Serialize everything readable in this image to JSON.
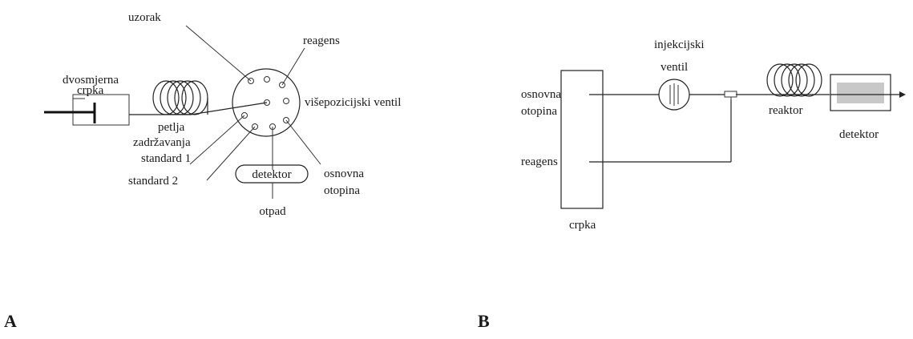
{
  "panel_a": {
    "label": "A",
    "sample_label": "uzorak",
    "reagent_label": "reagens",
    "pump_label_line1": "dvosmjerna",
    "pump_label_line2": "crpka",
    "loop_label_line1": "petlja",
    "loop_label_line2": "zadržavanja",
    "valve_label": "višepozicijski ventil",
    "standard1_label": "standard 1",
    "standard2_label": "standard 2",
    "detector_label": "detektor",
    "base_solution_line1": "osnovna",
    "base_solution_line2": "otopina",
    "waste_label": "otpad"
  },
  "panel_b": {
    "label": "B",
    "injection_valve_line1": "injekcijski",
    "injection_valve_line2": "ventil",
    "base_solution_line1": "osnovna",
    "base_solution_line2": "otopina",
    "reagent_label": "reagens",
    "pump_label": "crpka",
    "reactor_label": "reaktor",
    "detector_label": "detektor"
  }
}
